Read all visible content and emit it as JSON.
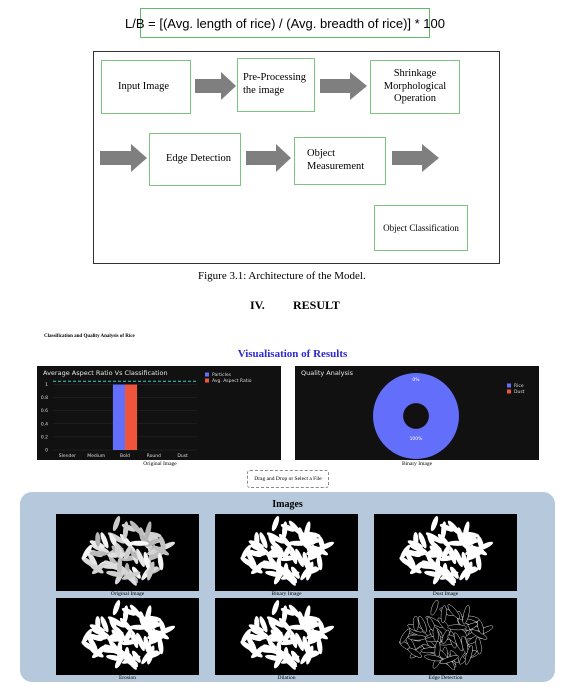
{
  "formula": "L/B = [(Avg. length of rice) / (Avg. breadth of rice)] * 100",
  "architecture": {
    "input_image": "Input Image",
    "pre_processing_1": "Pre-Processing",
    "pre_processing_2": "the image",
    "shrinkage_1": "Shrinkage",
    "shrinkage_2": "Morphological",
    "shrinkage_3": "Operation",
    "edge_detection": "Edge Detection",
    "object_measurement_1": "Object",
    "object_measurement_2": "Measurement",
    "object_classification": "Object Classification",
    "box_border_color": "#7cc47f",
    "arrow_color": "#7f7f7f"
  },
  "figure_caption": "Figure 3.1: Architecture of the Model.",
  "section_heading": {
    "number": "IV.",
    "title": "RESULT"
  },
  "dashboard": {
    "subtitle": "Classification and Quality Analysis of Rice",
    "title": "Visualisation of Results",
    "title_color": "#2a2ad0",
    "bar_panel_label": "Original Image",
    "pie_panel_label": "Binary Image",
    "upload_text": "Drag and Drop or Select a File",
    "images_title": "Images",
    "images_panel_color": "#b5c8dc",
    "thumbnails": [
      "Original Image",
      "Binary Image",
      "Dust Image",
      "Erosion",
      "Dilation",
      "Edge Detection"
    ]
  },
  "chart_data": [
    {
      "type": "bar",
      "title": "Average Aspect Ratio Vs Classification",
      "categories": [
        "Slender",
        "Medium",
        "Bold",
        "Round",
        "Dust"
      ],
      "series": [
        {
          "name": "Particles",
          "values": [
            0,
            0,
            1,
            0,
            0
          ],
          "color": "#636efa"
        },
        {
          "name": "Avg. Aspect Ratio",
          "values": [
            0,
            0,
            1,
            0,
            0
          ],
          "color": "#ef553b"
        }
      ],
      "reference_line": {
        "value": 1.05,
        "color": "#3cc7c7"
      },
      "y_ticks": [
        "0",
        "0.2",
        "0.4",
        "0.6",
        "0.8",
        "1"
      ],
      "ylim": [
        0,
        1.1
      ],
      "legend_position": "top-right",
      "background": "#111111"
    },
    {
      "type": "pie",
      "title": "Quality Analysis",
      "labels": [
        "Rice",
        "Dust"
      ],
      "values": [
        100,
        0
      ],
      "slice_labels": [
        "100%",
        "0%"
      ],
      "colors": [
        "#636efa",
        "#ef553b"
      ],
      "hole": 0.3,
      "legend_position": "top-right",
      "background": "#111111"
    }
  ]
}
